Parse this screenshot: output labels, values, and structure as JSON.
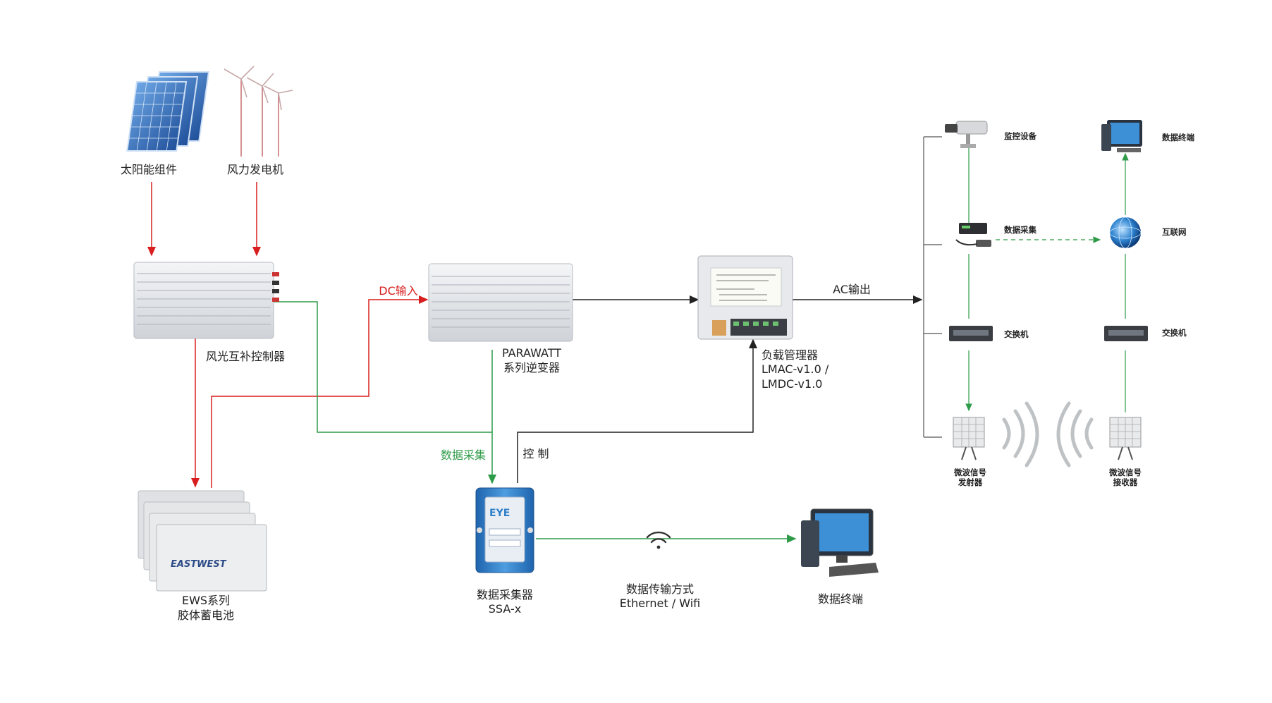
{
  "left_system": {
    "solar": "太阳能组件",
    "wind": "风力发电机",
    "controller": "风光互补控制器",
    "inverter": [
      "PARAWATT",
      "系列逆变器"
    ],
    "load_manager": [
      "负载管理器",
      "LMAC-v1.0 /",
      "LMDC-v1.0"
    ],
    "battery": [
      "EWS系列",
      "胶体蓄电池"
    ],
    "battery_brand": "EASTWEST",
    "collector": [
      "数据采集器",
      "SSA-x"
    ],
    "collector_brand": "EYE",
    "transmission": [
      "数据传输方式",
      "Ethernet / Wifi"
    ],
    "terminal": "数据终端"
  },
  "connections": {
    "dc_input": "DC输入",
    "ac_output": "AC输出",
    "data_collection": "数据采集",
    "control": "控 制"
  },
  "right_network": {
    "monitoring": "监控设备",
    "data_terminal": "数据终端",
    "data_collection": "数据采集",
    "internet": "互联网",
    "switch_left": "交换机",
    "switch_right": "交换机",
    "microwave_tx": [
      "微波信号",
      "发射器"
    ],
    "microwave_rx": [
      "微波信号",
      "接收器"
    ]
  },
  "colors": {
    "power_line": "#d81e1e",
    "data_line": "#2e9b48",
    "signal_line": "#222222",
    "device_body": "#e4e6ea",
    "device_blue": "#2f7fc8"
  }
}
